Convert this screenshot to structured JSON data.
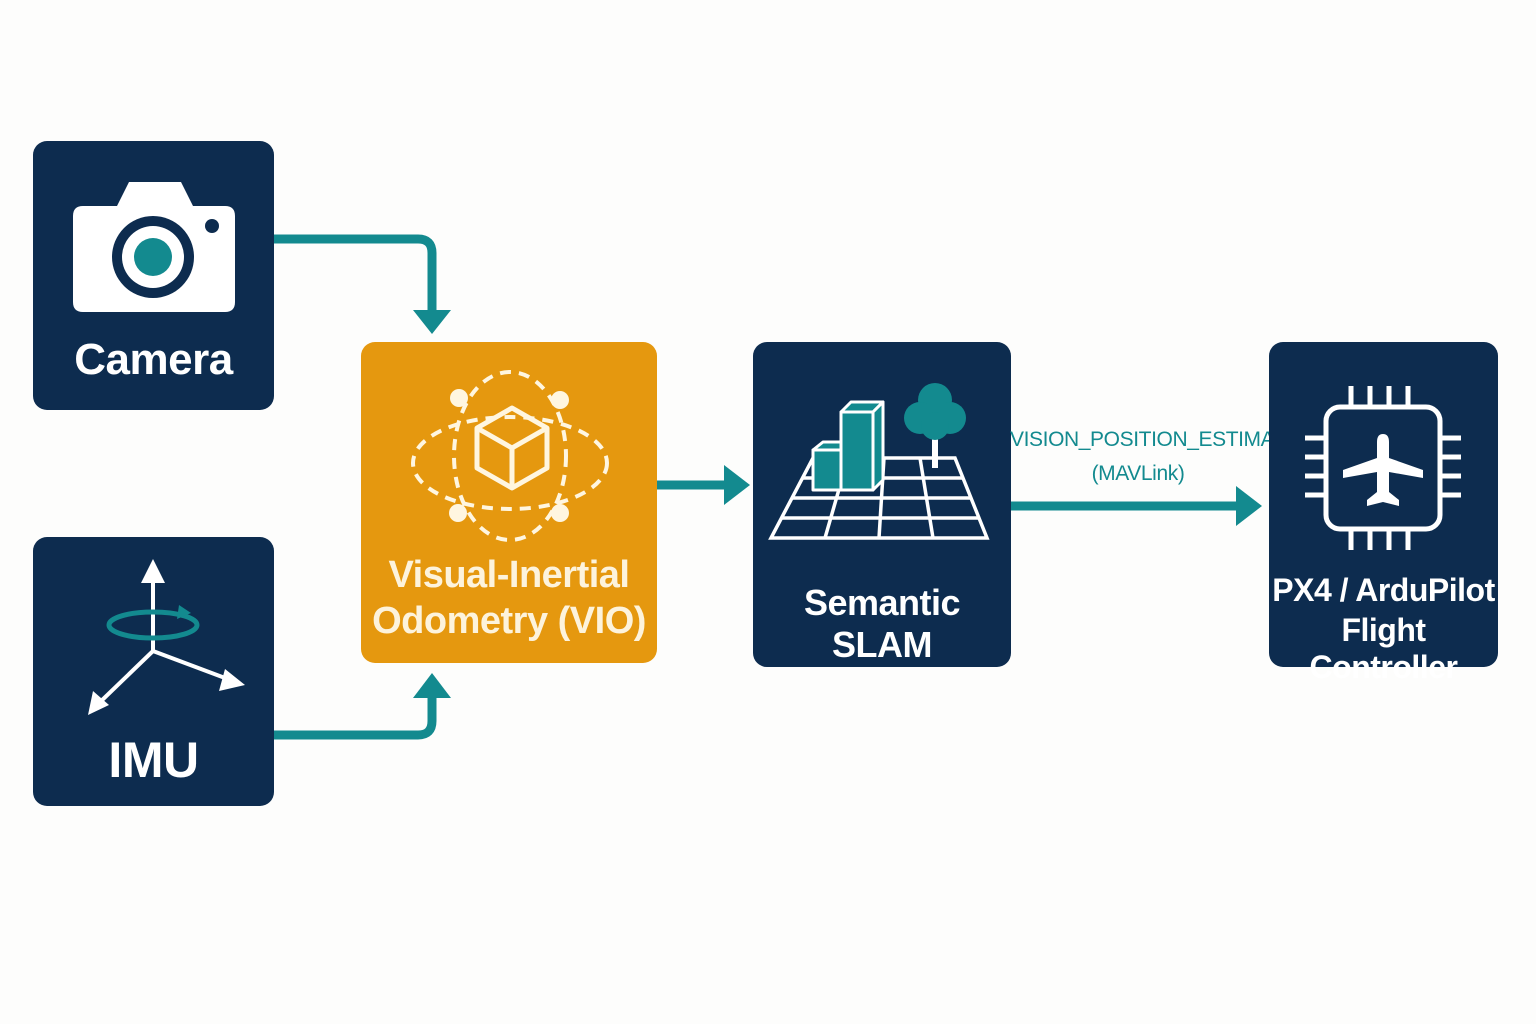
{
  "colors": {
    "background": "#fdfdfc",
    "node_dark": "#0d2c4f",
    "node_highlight": "#e5980f",
    "connector": "#138a8f",
    "text_light": "#ffffff"
  },
  "nodes": {
    "camera": {
      "label": "Camera",
      "icon": "camera-icon"
    },
    "imu": {
      "label": "IMU",
      "icon": "imu-axes-icon"
    },
    "vio": {
      "line1": "Visual-Inertial",
      "line2": "Odometry (VIO)",
      "icon": "orbit-cube-icon"
    },
    "slam": {
      "label": "Semantic SLAM",
      "icon": "map-grid-icon"
    },
    "flight_controller": {
      "line1": "PX4 / ArduPilot",
      "line2": "Flight Controller",
      "icon": "chip-airplane-icon"
    }
  },
  "edges": [
    {
      "from": "camera",
      "to": "vio"
    },
    {
      "from": "imu",
      "to": "vio"
    },
    {
      "from": "vio",
      "to": "slam"
    },
    {
      "from": "slam",
      "to": "flight_controller",
      "label_line1": "VISION_POSITION_ESTIMATE",
      "label_line2": "(MAVLink)"
    }
  ]
}
